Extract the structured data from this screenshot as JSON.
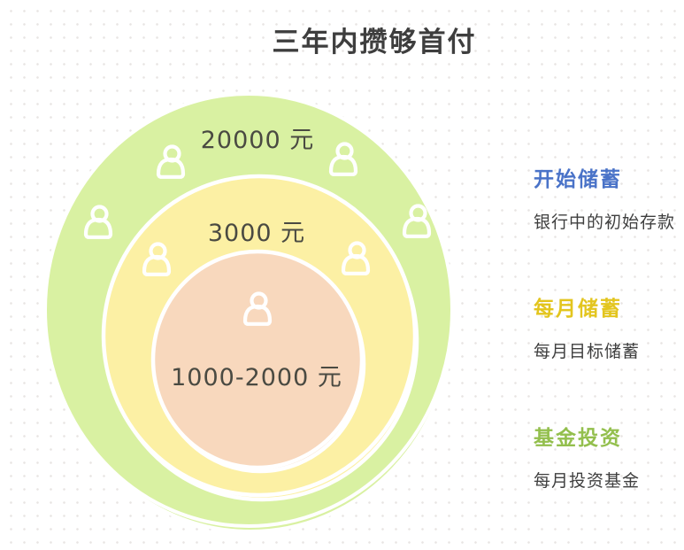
{
  "title": "三年内攒够首付",
  "colors": {
    "ring_green": "#d9f1a2",
    "ring_yellow": "#fcf0a4",
    "ring_pink": "#f8d8bd",
    "ring_outline": "#ffffff",
    "legend_blue": "#4a73c8",
    "legend_yellow": "#e3c51e",
    "legend_green": "#93bf4d",
    "text_dark": "#3f3f3f"
  },
  "rings": [
    {
      "name": "outer-ring",
      "label": "20000 元",
      "amount": "20000",
      "unit": "元"
    },
    {
      "name": "middle-ring",
      "label": "3000 元",
      "amount": "3000",
      "unit": "元"
    },
    {
      "name": "inner-ring",
      "label": "1000-2000 元",
      "amount": "1000-2000",
      "unit": "元"
    }
  ],
  "legend": [
    {
      "heading": "开始储蓄",
      "description": "银行中的初始存款",
      "color": "#4a73c8"
    },
    {
      "heading": "每月储蓄",
      "description": "每月目标储蓄",
      "color": "#e3c51e"
    },
    {
      "heading": "基金投资",
      "description": "每月投资基金",
      "color": "#93bf4d"
    }
  ],
  "icons": {
    "person": "person-outline-icon"
  }
}
